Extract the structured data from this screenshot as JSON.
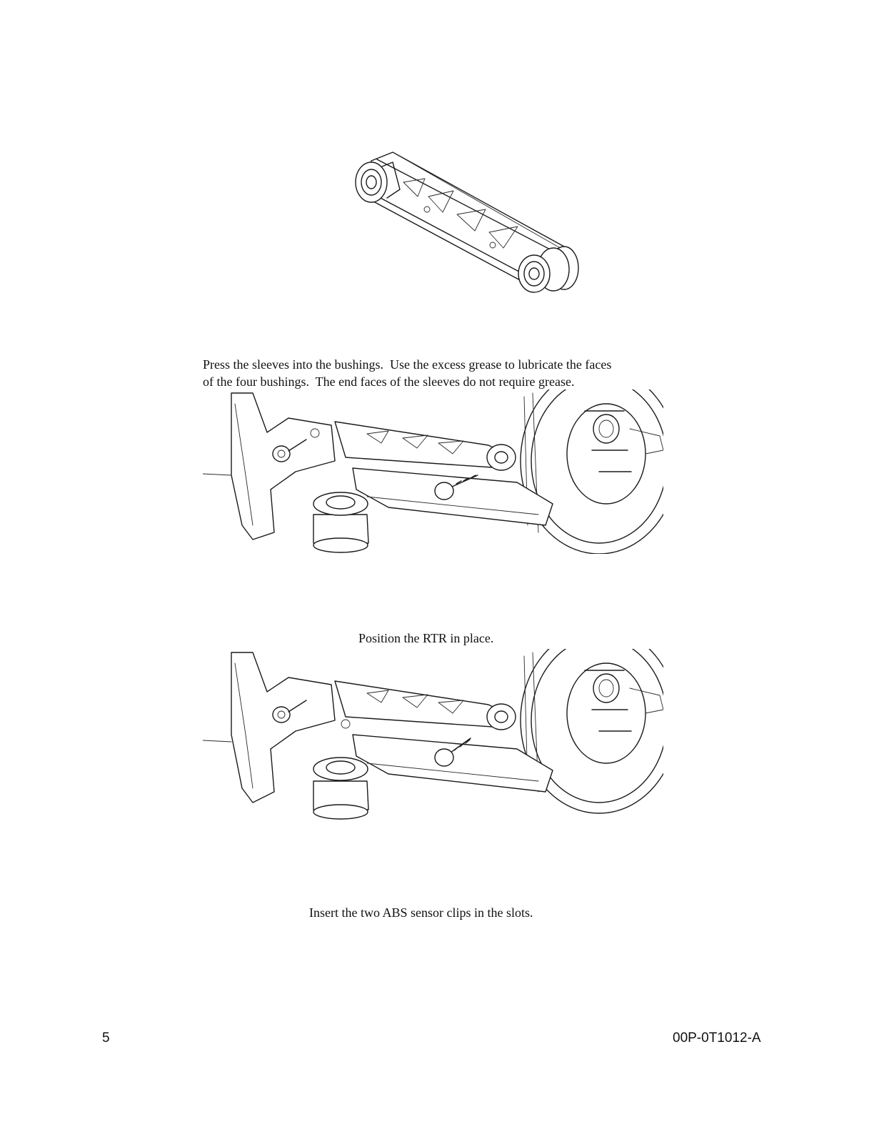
{
  "page": {
    "captions": {
      "step1": "Press the sleeves into the bushings.  Use the excess grease to lubricate the faces\nof the four bushings.  The end faces of the sleeves do not require grease.",
      "step2": "Position the RTR in place.",
      "step3": "Insert the two ABS sensor clips in the slots."
    },
    "footer": {
      "page_number": "5",
      "document_code": "00P-0T1012-A"
    }
  }
}
